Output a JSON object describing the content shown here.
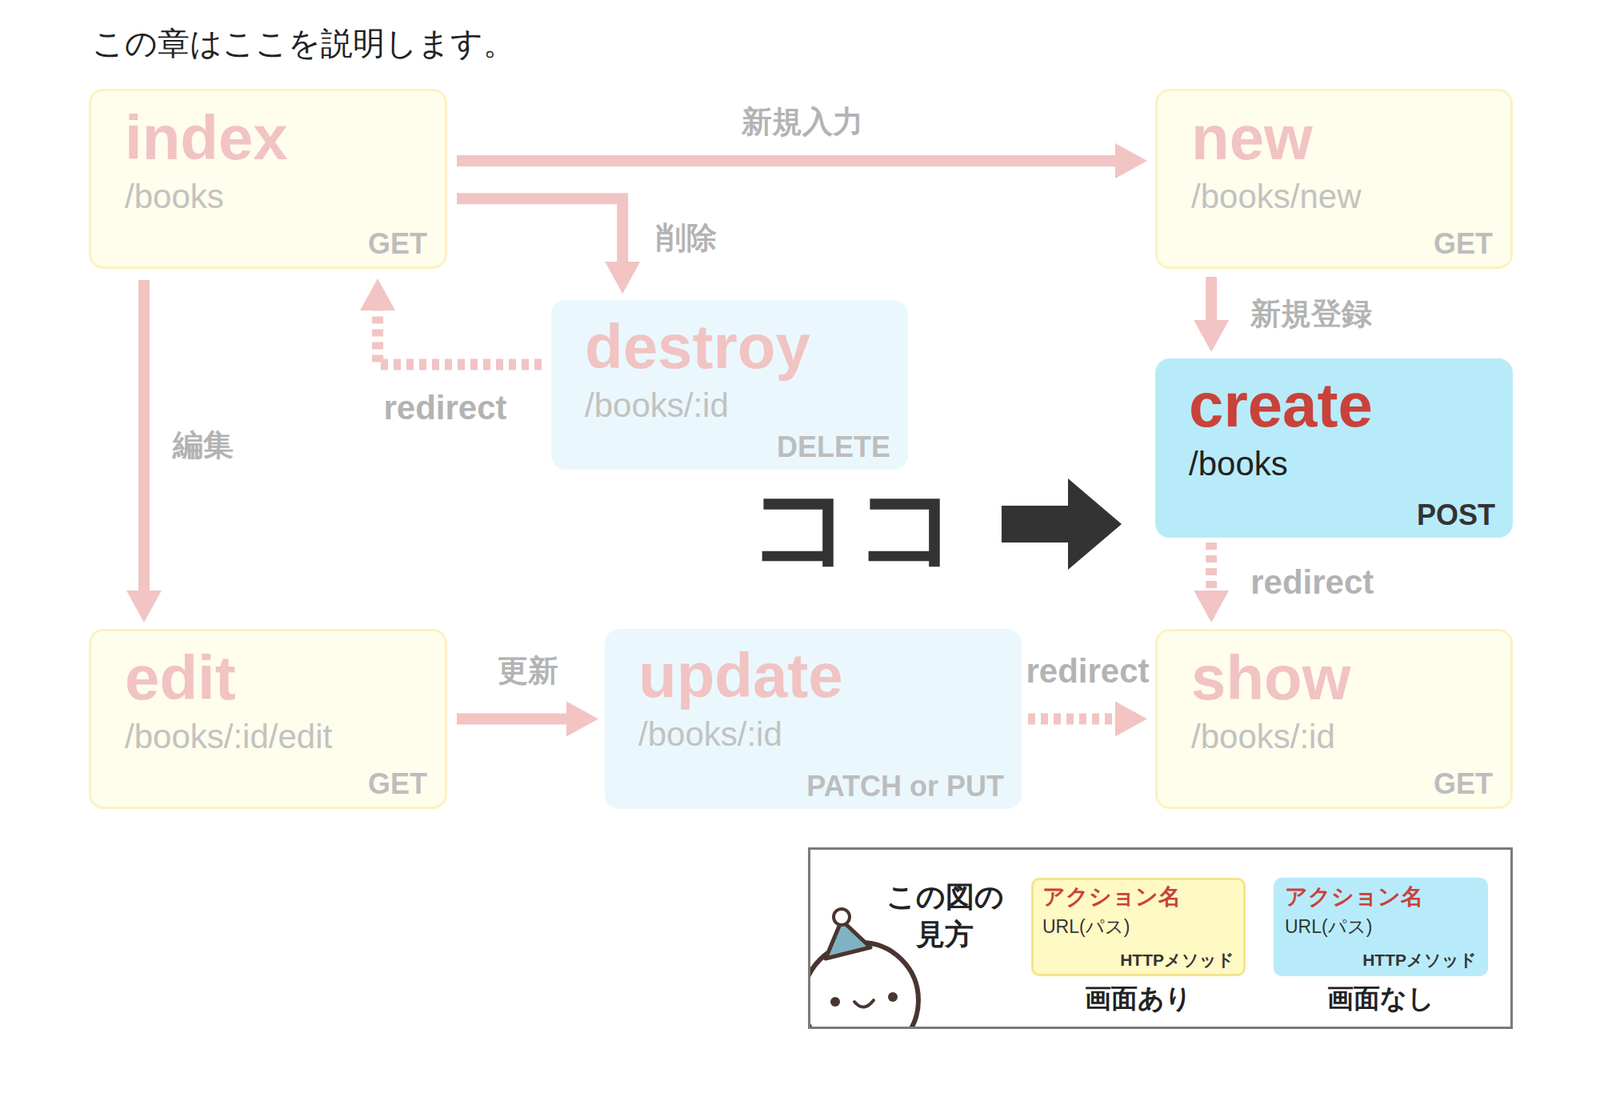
{
  "diagram": {
    "title": "この章はここを説明します。",
    "nodes": [
      {
        "text": [
          "index",
          "/books",
          "GET"
        ]
      },
      {
        "text": [
          "new",
          "/books/new",
          "GET"
        ]
      },
      {
        "text": [
          "destroy",
          "/books/:id",
          "DELETE"
        ]
      },
      {
        "text": [
          "create",
          "/books",
          "POST"
        ]
      },
      {
        "text": [
          "edit",
          "/books/:id/edit",
          "GET"
        ]
      },
      {
        "text": [
          "update",
          "/books/:id",
          "PATCH or PUT"
        ]
      },
      {
        "text": [
          "show",
          "/books/:id",
          "GET"
        ]
      },
      {
        "text": [
          "この図の見方"
        ]
      },
      {
        "text": [
          "アクション名",
          "URL(パス)",
          "HTTPメソッド"
        ],
        "in": 7
      },
      {
        "text": [
          "アクション名",
          "URL(パス)",
          "HTTPメソッド"
        ],
        "in": 7
      }
    ],
    "edges": [
      {
        "from": 0,
        "to": 1,
        "arrow": "to",
        "label": "新規入力"
      },
      {
        "from": 0,
        "to": 2,
        "arrow": "to",
        "label": "削除"
      },
      {
        "from": 2,
        "to": 0,
        "arrow": "to",
        "label": "redirect"
      },
      {
        "from": 0,
        "to": 4,
        "arrow": "to",
        "label": "編集"
      },
      {
        "from": 1,
        "to": 3,
        "arrow": "to",
        "label": "新規登録"
      },
      {
        "from": 3,
        "to": 6,
        "arrow": "to",
        "label": "redirect"
      },
      {
        "from": 4,
        "to": 5,
        "arrow": "to",
        "label": "更新"
      },
      {
        "from": 5,
        "to": 6,
        "arrow": "to",
        "label": "redirect"
      }
    ],
    "labels": [
      "ココ"
    ],
    "legend": [
      {
        "text": "画面あり",
        "color": "#fff9c4"
      },
      {
        "text": "画面なし",
        "color": "#b8ebfa"
      }
    ]
  }
}
